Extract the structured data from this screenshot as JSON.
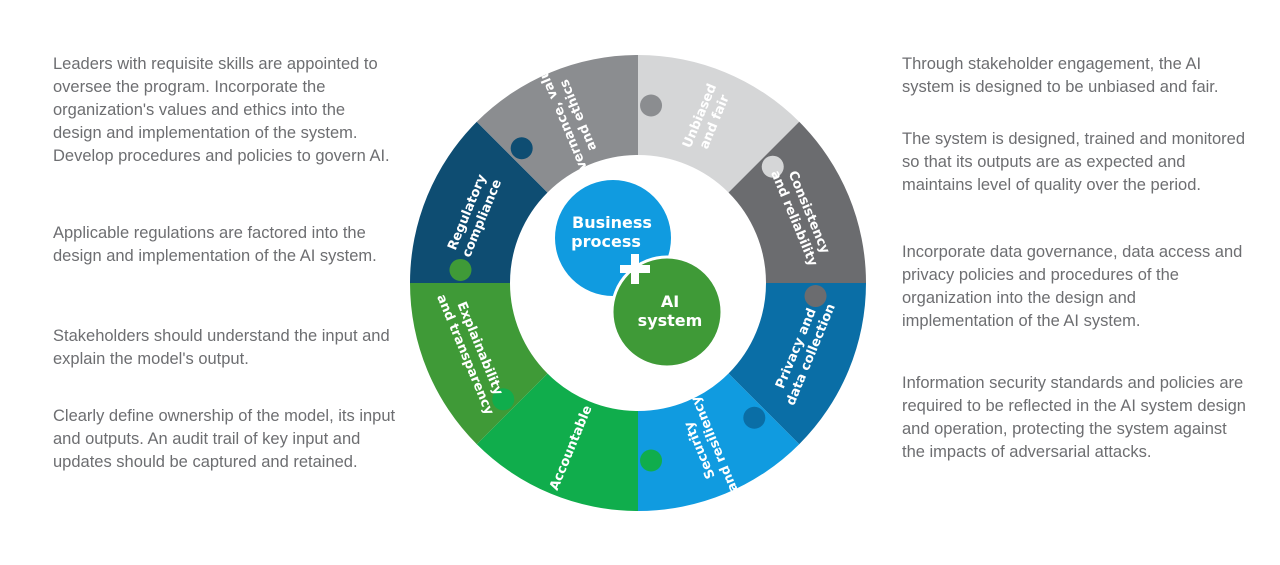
{
  "left_descriptions": [
    "Leaders with requisite skills are appointed to oversee the program. Incorporate the organization's values and ethics into the design and implementation of the system. Develop procedures and policies to govern AI.",
    "Applicable regulations are factored into the design and implementation of the AI system.",
    "Stakeholders should understand the input and explain the model's output.",
    "Clearly define ownership of the model, its input and outputs. An audit trail of key input and updates should be captured and retained."
  ],
  "right_descriptions": [
    "Through stakeholder engagement, the AI system is designed to be unbiased and fair.",
    "The system is designed, trained and monitored so that its outputs are as expected and maintains level of quality over the period.",
    "Incorporate data governance, data access and privacy policies and procedures of the organization into the design and implementation of the AI system.",
    "Information security standards and policies are required to be reflected in the AI system design and operation, protecting the system against the impacts of adversarial attacks."
  ],
  "wheel": {
    "segments": [
      {
        "name": "unbiased-and-fair",
        "lines": [
          "Unbiased",
          "and fair"
        ],
        "color": "#d5d6d7"
      },
      {
        "name": "consistency-and-reliability",
        "lines": [
          "Consistency",
          "and reliability"
        ],
        "color": "#6b6c6f"
      },
      {
        "name": "privacy-and-data-collection",
        "lines": [
          "Privacy and",
          "data collection"
        ],
        "color": "#0a6ea6"
      },
      {
        "name": "security-and-resiliency",
        "lines": [
          "Security",
          "and resiliency"
        ],
        "color": "#109be0"
      },
      {
        "name": "accountable",
        "lines": [
          "Accountable"
        ],
        "color": "#10ad4c"
      },
      {
        "name": "explainability-and-transparency",
        "lines": [
          "Explainability",
          "and transparency"
        ],
        "color": "#3f9a37"
      },
      {
        "name": "regulatory-compliance",
        "lines": [
          "Regulatory",
          "compliance"
        ],
        "color": "#0e4d72"
      },
      {
        "name": "governance-values-and-ethics",
        "lines": [
          "Governance, values",
          "and ethics"
        ],
        "color": "#8b8d90"
      }
    ],
    "center": {
      "business_process": {
        "lines": [
          "Business",
          "process"
        ],
        "color": "#109be0"
      },
      "ai_system": {
        "lines": [
          "AI",
          "system"
        ],
        "color": "#3f9a37"
      },
      "plus_icon": "plus-icon"
    }
  }
}
